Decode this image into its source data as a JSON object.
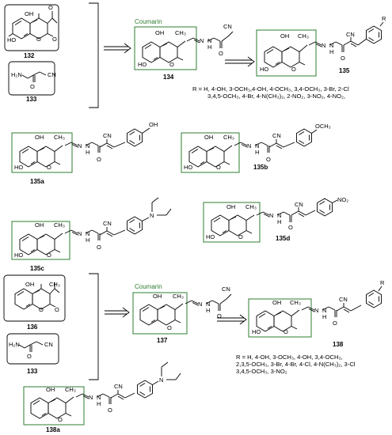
{
  "labels": {
    "coumarin_top": "Coumarin",
    "coumarin_bottom": "Coumarin",
    "oh": "OH",
    "ho": "HO",
    "o": "O",
    "h2n": "H₂N",
    "ch3": "CH₃",
    "cn": "CN",
    "n": "N",
    "h": "H",
    "no2": "NO₂",
    "och3": "OCH₃",
    "r": "R"
  },
  "compounds": {
    "c132": "132",
    "c133a": "133",
    "c134": "134",
    "c135": "135",
    "c135a": "135a",
    "c135b": "135b",
    "c135c": "135c",
    "c135d": "135d",
    "c136": "136",
    "c133b": "133",
    "c137": "137",
    "c138": "138",
    "c138a": "138a"
  },
  "r_groups": {
    "series135_line1": "R = H, 4-OH, 3-OCH₃,4-OH, 4-OCH₃, 3,4-OCH₃, 3-Br, 2-Cl",
    "series135_line2": "3,4,5-OCH₃, 4-Br, 4-N(CH₃)₂, 2-NO₂, 3-NO₂, 4-NO₂,",
    "series138_line1": "R = H, 4-OH, 3-OCH₃, 4-OH, 3,4-OCH₃,",
    "series138_line2": "2,3,5-OCH₃, 3-Br, 4-Br,  4-Cl, 4-N(CH₃)₂, 3-Cl",
    "series138_line3": "3,4,5-OCH₃, 3-NO₂"
  }
}
